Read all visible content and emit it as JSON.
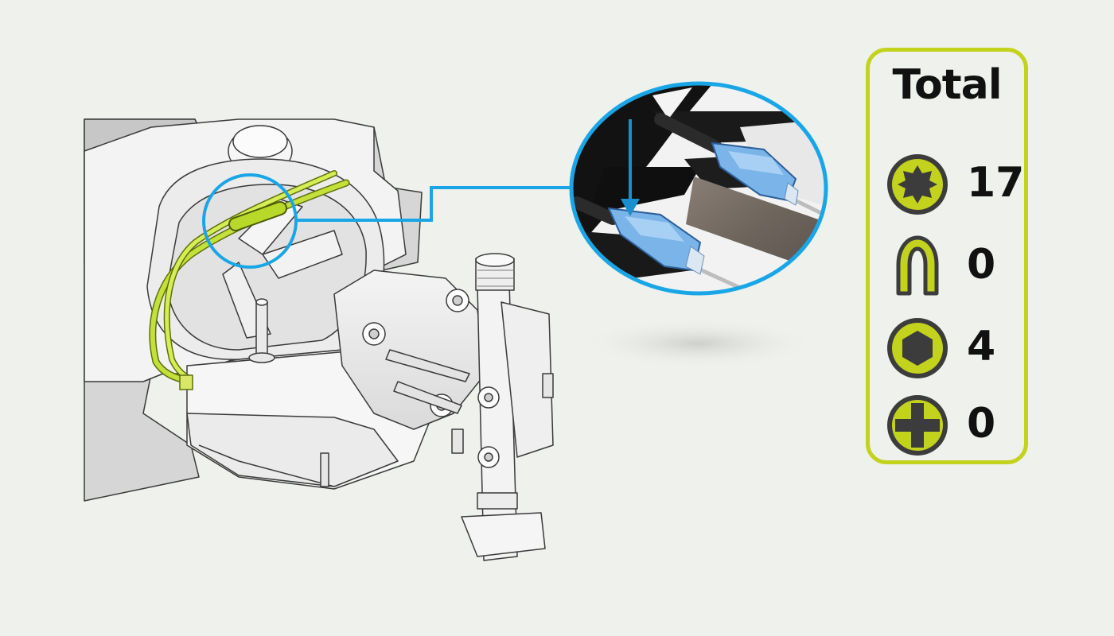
{
  "colors": {
    "background": "#eef1ec",
    "accent": "#c3d21c",
    "highlight_wire": "#b8d82a",
    "callout": "#1aa6e6",
    "connector": "#7ab4e8"
  },
  "total_panel": {
    "title": "Total",
    "items": [
      {
        "icon": "torx-icon",
        "count": "17"
      },
      {
        "icon": "u-clip-icon",
        "count": "0"
      },
      {
        "icon": "hex-icon",
        "count": "4"
      },
      {
        "icon": "phillips-icon",
        "count": "0"
      }
    ]
  }
}
